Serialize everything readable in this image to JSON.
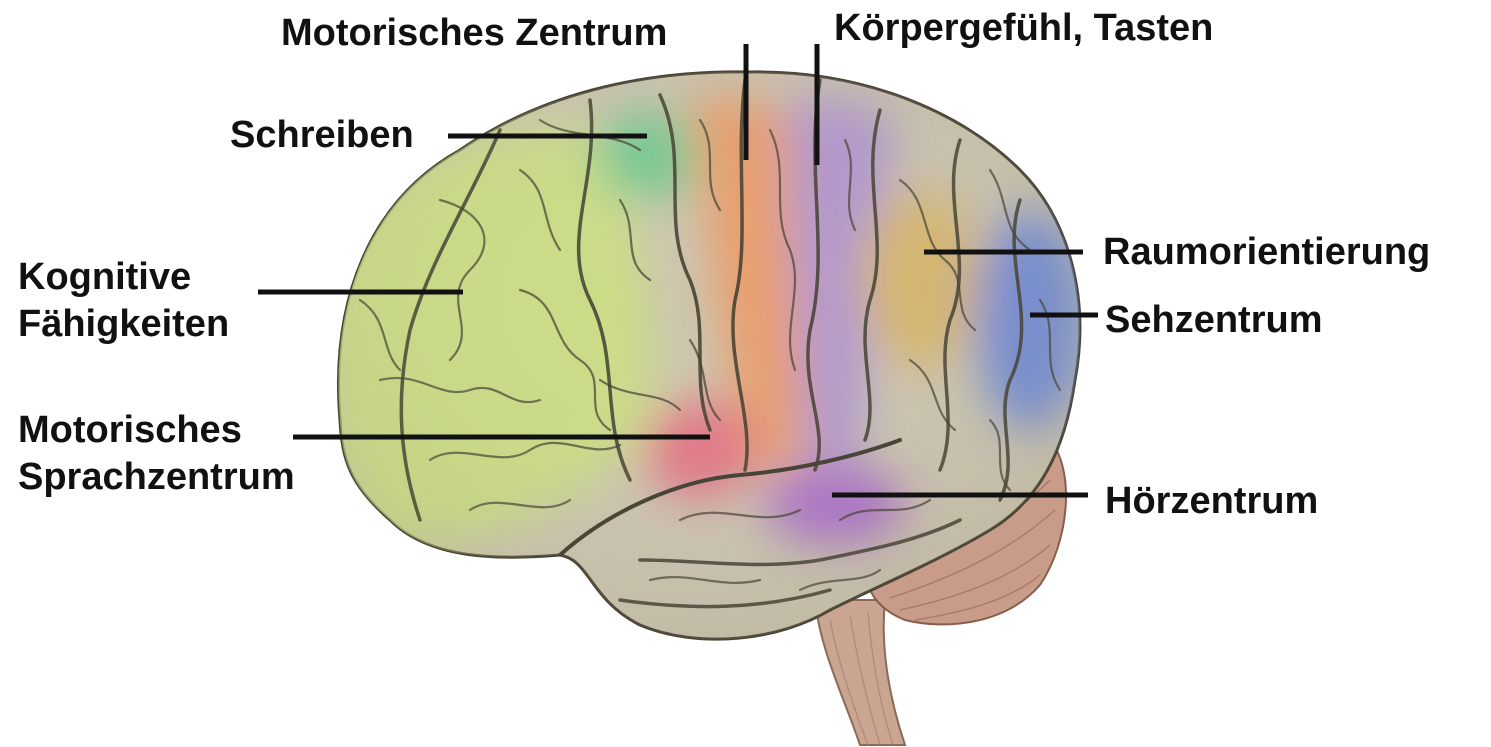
{
  "labels": {
    "motor_center": "Motorisches Zentrum",
    "body_sense": "Körpergefühl, Tasten",
    "writing": "Schreiben",
    "cognitive_line1": "Kognitive",
    "cognitive_line2": "Fähigkeiten",
    "spatial": "Raumorientierung",
    "vision": "Sehzentrum",
    "speech_line1": "Motorisches",
    "speech_line2": "Sprachzentrum",
    "hearing": "Hörzentrum"
  },
  "colors": {
    "background": "#ffffff",
    "label_text": "#111111",
    "leader_line": "#111111",
    "brain_base": "#ccc5b0",
    "sulcus": "#3d3a2c",
    "frontal_cognition": "#c9e27a",
    "writing_area": "#5fc98a",
    "motor_cortex": "#f0935a",
    "somatosensory_cortex": "#a98ad6",
    "spatial_area": "#d9b25c",
    "visual_cortex": "#5d7fe0",
    "speech_area": "#e8607a",
    "auditory_cortex": "#a45ad0",
    "cerebellum": "#c89c88",
    "brainstem": "#c9a592"
  }
}
